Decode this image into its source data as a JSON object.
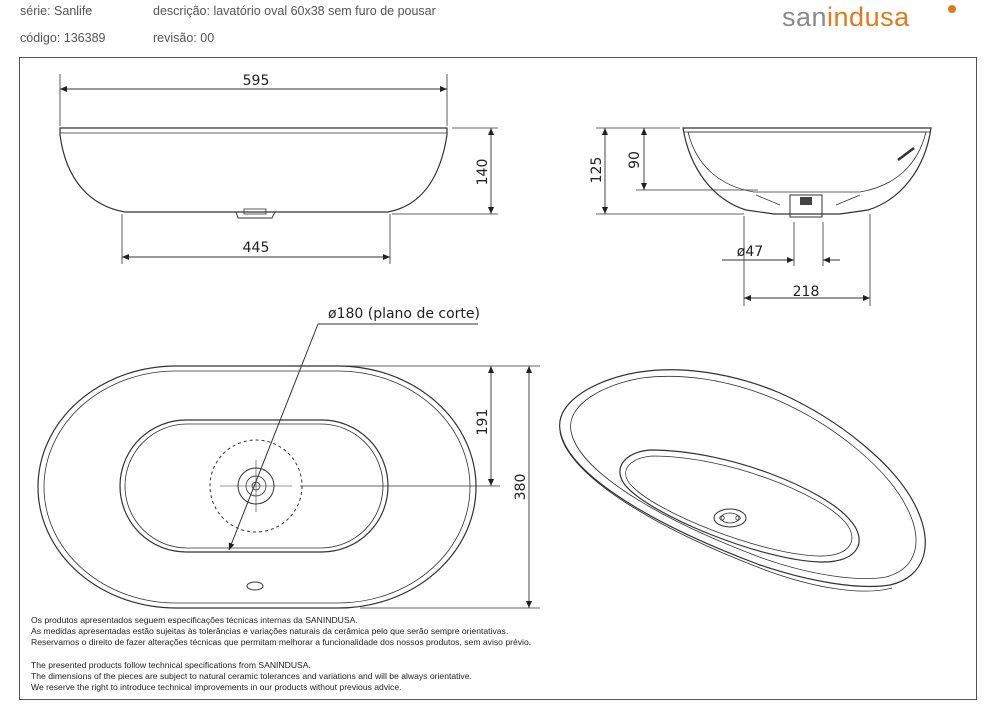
{
  "header": {
    "serie": "série: Sanlife",
    "codigo": "código: 136389",
    "descricao": "descrição: lavatório oval 60x38 sem furo de pousar",
    "revisao": "revisão: 00"
  },
  "logo": {
    "part1": "san",
    "part2": "indusa",
    "accent_color": "#e07a1a",
    "text_color": "#8a8a8a"
  },
  "dimensions": {
    "top_width": "595",
    "bottom_width": "445",
    "height_front": "140",
    "height_section": "125",
    "depth_inner": "90",
    "drain_diameter": "ø47",
    "half_width_section": "218",
    "cut_plane": "ø180 (plano de corte)",
    "half_depth_plan": "191",
    "depth_plan": "380"
  },
  "notes_pt": [
    "Os produtos apresentados seguem especificações técnicas internas da SANINDUSA.",
    "As medidas apresentadas estão sujeitas às tolerâncias e variações naturais da cerâmica pelo que serão sempre orientativas.",
    "Reservamos o direito de fazer alterações técnicas que permitam melhorar a funcionalidade dos nossos produtos, sem aviso prévio."
  ],
  "notes_en": [
    "The presented products follow technical specifications from SANINDUSA.",
    "The dimensions of the pieces are subject to natural ceramic tolerances and variations and will be always orientative.",
    "We reserve the right to introduce technical improvements in our products without previous advice."
  ]
}
